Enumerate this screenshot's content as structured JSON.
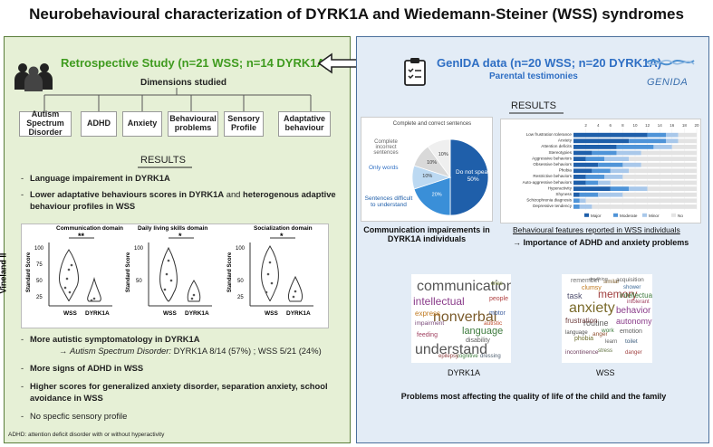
{
  "title": "Neurobehavioural characterization of DYRK1A and Wiedemann-Steiner (WSS) syndromes",
  "left": {
    "header": "Retrospective Study",
    "header_n": "(n=21 WSS; n=14 DYRK1A)",
    "dimensions_title": "Dimensions studied",
    "dimensions": [
      "Autism Spectrum Disorder",
      "ADHD",
      "Anxiety",
      "Behavioural problems",
      "Sensory Profile",
      "Adaptative behaviour"
    ],
    "results_title": "RESULTS",
    "bullets_top": [
      {
        "bold": "Language impairement in DYRK1A",
        "rest": ""
      },
      {
        "bold": "Lower adaptative behaviours scores in DYRK1A",
        "mid": " and ",
        "bold2": "heterogenous adaptive behaviour profiles in WSS"
      }
    ],
    "vineland_label": "Vineland II",
    "domains": [
      {
        "title": "Communication domain",
        "sig": "**"
      },
      {
        "title": "Daily living skills  domain",
        "sig": "*"
      },
      {
        "title": "Socialization domain",
        "sig": "*"
      }
    ],
    "y_axis_label": "Standard Score",
    "y_ticks": [
      "100",
      "75",
      "50",
      "25"
    ],
    "groups": [
      "WSS",
      "DYRK1A"
    ],
    "bullet_autism": "More autistic symptomatology in DYRK1A",
    "autism_arrow": "→",
    "autism_italic": "Autism Spectrum Disorder:",
    "autism_detail": " DYRK1A 8/14 (57%) ; WSS 5/21 (24%)",
    "bullet_adhd": "More signs of ADHD in WSS",
    "bullet_anxiety": "Higher scores for generalized anxiety disorder, separation anxiety, school avoidance in WSS",
    "bullet_sensory": "No specfic sensory profile",
    "bullet_dash": "-",
    "footnote": "ADHD: attention deficit disorder with or without hyperactivity"
  },
  "right": {
    "header": "GenIDA data",
    "header_n": "(n=20 WSS; n=20 DYRK1A)",
    "subheader": "Parental testimonies",
    "logo_text": "GENIDA",
    "results_title": "RESULTS",
    "pie_caption": "Communication impairements in DYRK1A individuals",
    "bar_caption": "Behavioural features reported in WSS individuals",
    "bar_conclusion_arrow": "→",
    "bar_conclusion": "Importance of ADHD and anxiety problems",
    "wordcloud_labels": [
      "DYRK1A",
      "WSS"
    ],
    "bottom_caption": "Problems most affecting the quality of life of the child and the family"
  },
  "wordcloud_dyrk1a": [
    "communication",
    "intellectual",
    "nonverbal",
    "language",
    "understand",
    "people",
    "express",
    "feeding",
    "disability",
    "motor",
    "impairment",
    "cognitive",
    "autistic",
    "cries",
    "dressing",
    "epilepsy"
  ],
  "wordcloud_wss": [
    "anxiety",
    "memory",
    "behavior",
    "intellectual",
    "autonomy",
    "task",
    "routine",
    "frustration",
    "remember",
    "clumsy",
    "acquisition",
    "shower",
    "intolerant",
    "emotion",
    "phobia",
    "anger",
    "toilet",
    "learn",
    "incontinence",
    "stress",
    "similar",
    "danger",
    "language",
    "work",
    "anything"
  ],
  "chart_data": [
    {
      "type": "pie",
      "categories": [
        "Do not speak",
        "Sentences difficult to understand",
        "Only words",
        "Complete incorrect sentences",
        "Complete and correct sentences"
      ],
      "values": [
        50,
        20,
        10,
        10,
        10
      ],
      "labels": [
        "Do not speak 50%",
        "20%",
        "10%",
        "10%",
        "10%"
      ],
      "colors": [
        "#1f5faa",
        "#3a8fd8",
        "#bcd9f2",
        "#d9d9d9",
        "#efefef"
      ]
    },
    {
      "type": "bar",
      "orientation": "horizontal-stacked",
      "categories": [
        "Low frustration tolerance",
        "Anxiety",
        "Attention deficits",
        "Stereotypies",
        "Aggressive behaviors",
        "Obsessive behaviors",
        "Phobia",
        "Restrictive behaviors",
        "Auto-aggressive behaviors",
        "Hyperactivity",
        "Shyness",
        "Schizophrenia diagnosis",
        "Depressive tendency"
      ],
      "series": [
        {
          "name": "Major",
          "color": "#1f5faa",
          "values": [
            12,
            9,
            7,
            3,
            2,
            4,
            3,
            2,
            2,
            6,
            1,
            0,
            0
          ]
        },
        {
          "name": "Moderate",
          "color": "#4f94d8",
          "values": [
            3,
            6,
            6,
            4,
            3,
            4,
            3,
            3,
            2,
            3,
            3,
            1,
            1
          ]
        },
        {
          "name": "Minor",
          "color": "#a9c8ea",
          "values": [
            2,
            2,
            3,
            4,
            4,
            3,
            3,
            3,
            2,
            3,
            4,
            1,
            2
          ]
        },
        {
          "name": "No",
          "color": "#e3e3e3",
          "values": [
            3,
            3,
            4,
            9,
            11,
            9,
            11,
            12,
            14,
            8,
            12,
            18,
            17
          ]
        }
      ],
      "x_ticks": [
        "2",
        "4",
        "6",
        "8",
        "10",
        "12",
        "14",
        "16",
        "18",
        "20"
      ],
      "xlim": [
        0,
        20
      ]
    }
  ]
}
